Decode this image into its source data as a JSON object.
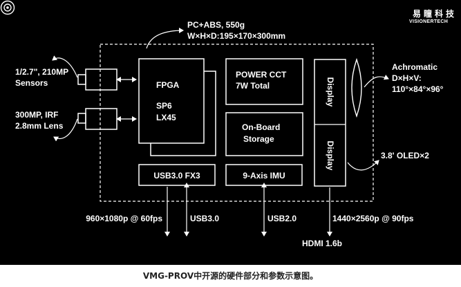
{
  "brand": {
    "name_cn": "易瞳科技",
    "name_en": "VISIONERTECH",
    "logo_icon": "eye-logo-icon"
  },
  "specs": {
    "material": "PC+ABS, 550g",
    "dimensions": "W×H×D:195×170×300mm"
  },
  "sensors": {
    "top": [
      "1/2.7\", 210MP",
      "Sensors"
    ],
    "bottom": [
      "300MP, IRF",
      "2.8mm Lens"
    ]
  },
  "fpga": {
    "title": "FPGA",
    "model": [
      "SP6",
      "LX45"
    ]
  },
  "power": [
    "POWER CCT",
    "7W Total"
  ],
  "storage": [
    "On-Board",
    "Storage"
  ],
  "displays": [
    "Display",
    "Display"
  ],
  "usb_chip": "USB3.0 FX3",
  "imu": "9-Axis IMU",
  "optics": {
    "lens": [
      "Achromatic",
      "D×H×V:",
      "110°×84°×96°"
    ],
    "oled": "3.8' OLED×2"
  },
  "outputs": {
    "resolution_in": "960×1080p @ 60fps",
    "usb3": "USB3.0",
    "usb2": "USB2.0",
    "resolution_out": "1440×2560p @ 90fps",
    "hdmi": "HDMI 1.6b"
  },
  "caption": "VMG-PROV中开源的硬件部分和参数示意图。"
}
